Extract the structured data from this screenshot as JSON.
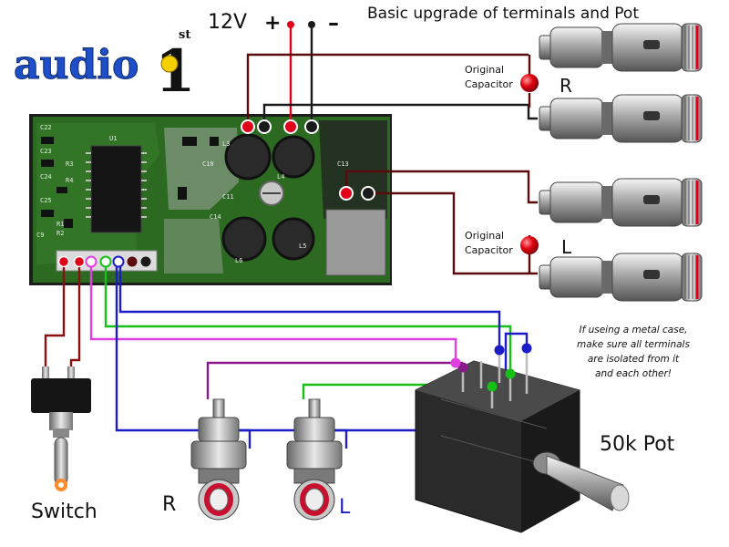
{
  "logo": {
    "text": "audio",
    "superscript": "st",
    "numeral": "1"
  },
  "header": {
    "title": "Basic upgrade of terminals and Pot"
  },
  "power": {
    "voltage": "12V",
    "plus": "+",
    "minus": "–"
  },
  "labels": {
    "capacitor_top": [
      "Original",
      "Capacitor"
    ],
    "capacitor_bottom": [
      "Original",
      "Capacitor"
    ],
    "speaker_top_channel": "R",
    "speaker_bottom_channel": "L",
    "rca_right": "R",
    "rca_left": "L",
    "switch": "Switch",
    "pot": "50k Pot",
    "note": [
      "If useing a metal case,",
      "make sure all terminals",
      "are isolated from it",
      "and each other!"
    ]
  },
  "board": {
    "silkscreen": [
      "C22",
      "C23",
      "C24",
      "C25",
      "R1",
      "R2",
      "R3",
      "R4",
      "C9",
      "C10",
      "C11",
      "L3",
      "L4",
      "L5",
      "L6",
      "C14",
      "C13",
      "U1"
    ]
  },
  "colors": {
    "red": "#e0001a",
    "dark_red": "#5a0a0a",
    "black": "#1a1a1a",
    "blue": "#1c1cc8",
    "green": "#16c016",
    "magenta": "#e040e0",
    "purple": "#8a1a8a",
    "pcb": "#2c6a22",
    "logo_blue": "#1f4fc8"
  }
}
